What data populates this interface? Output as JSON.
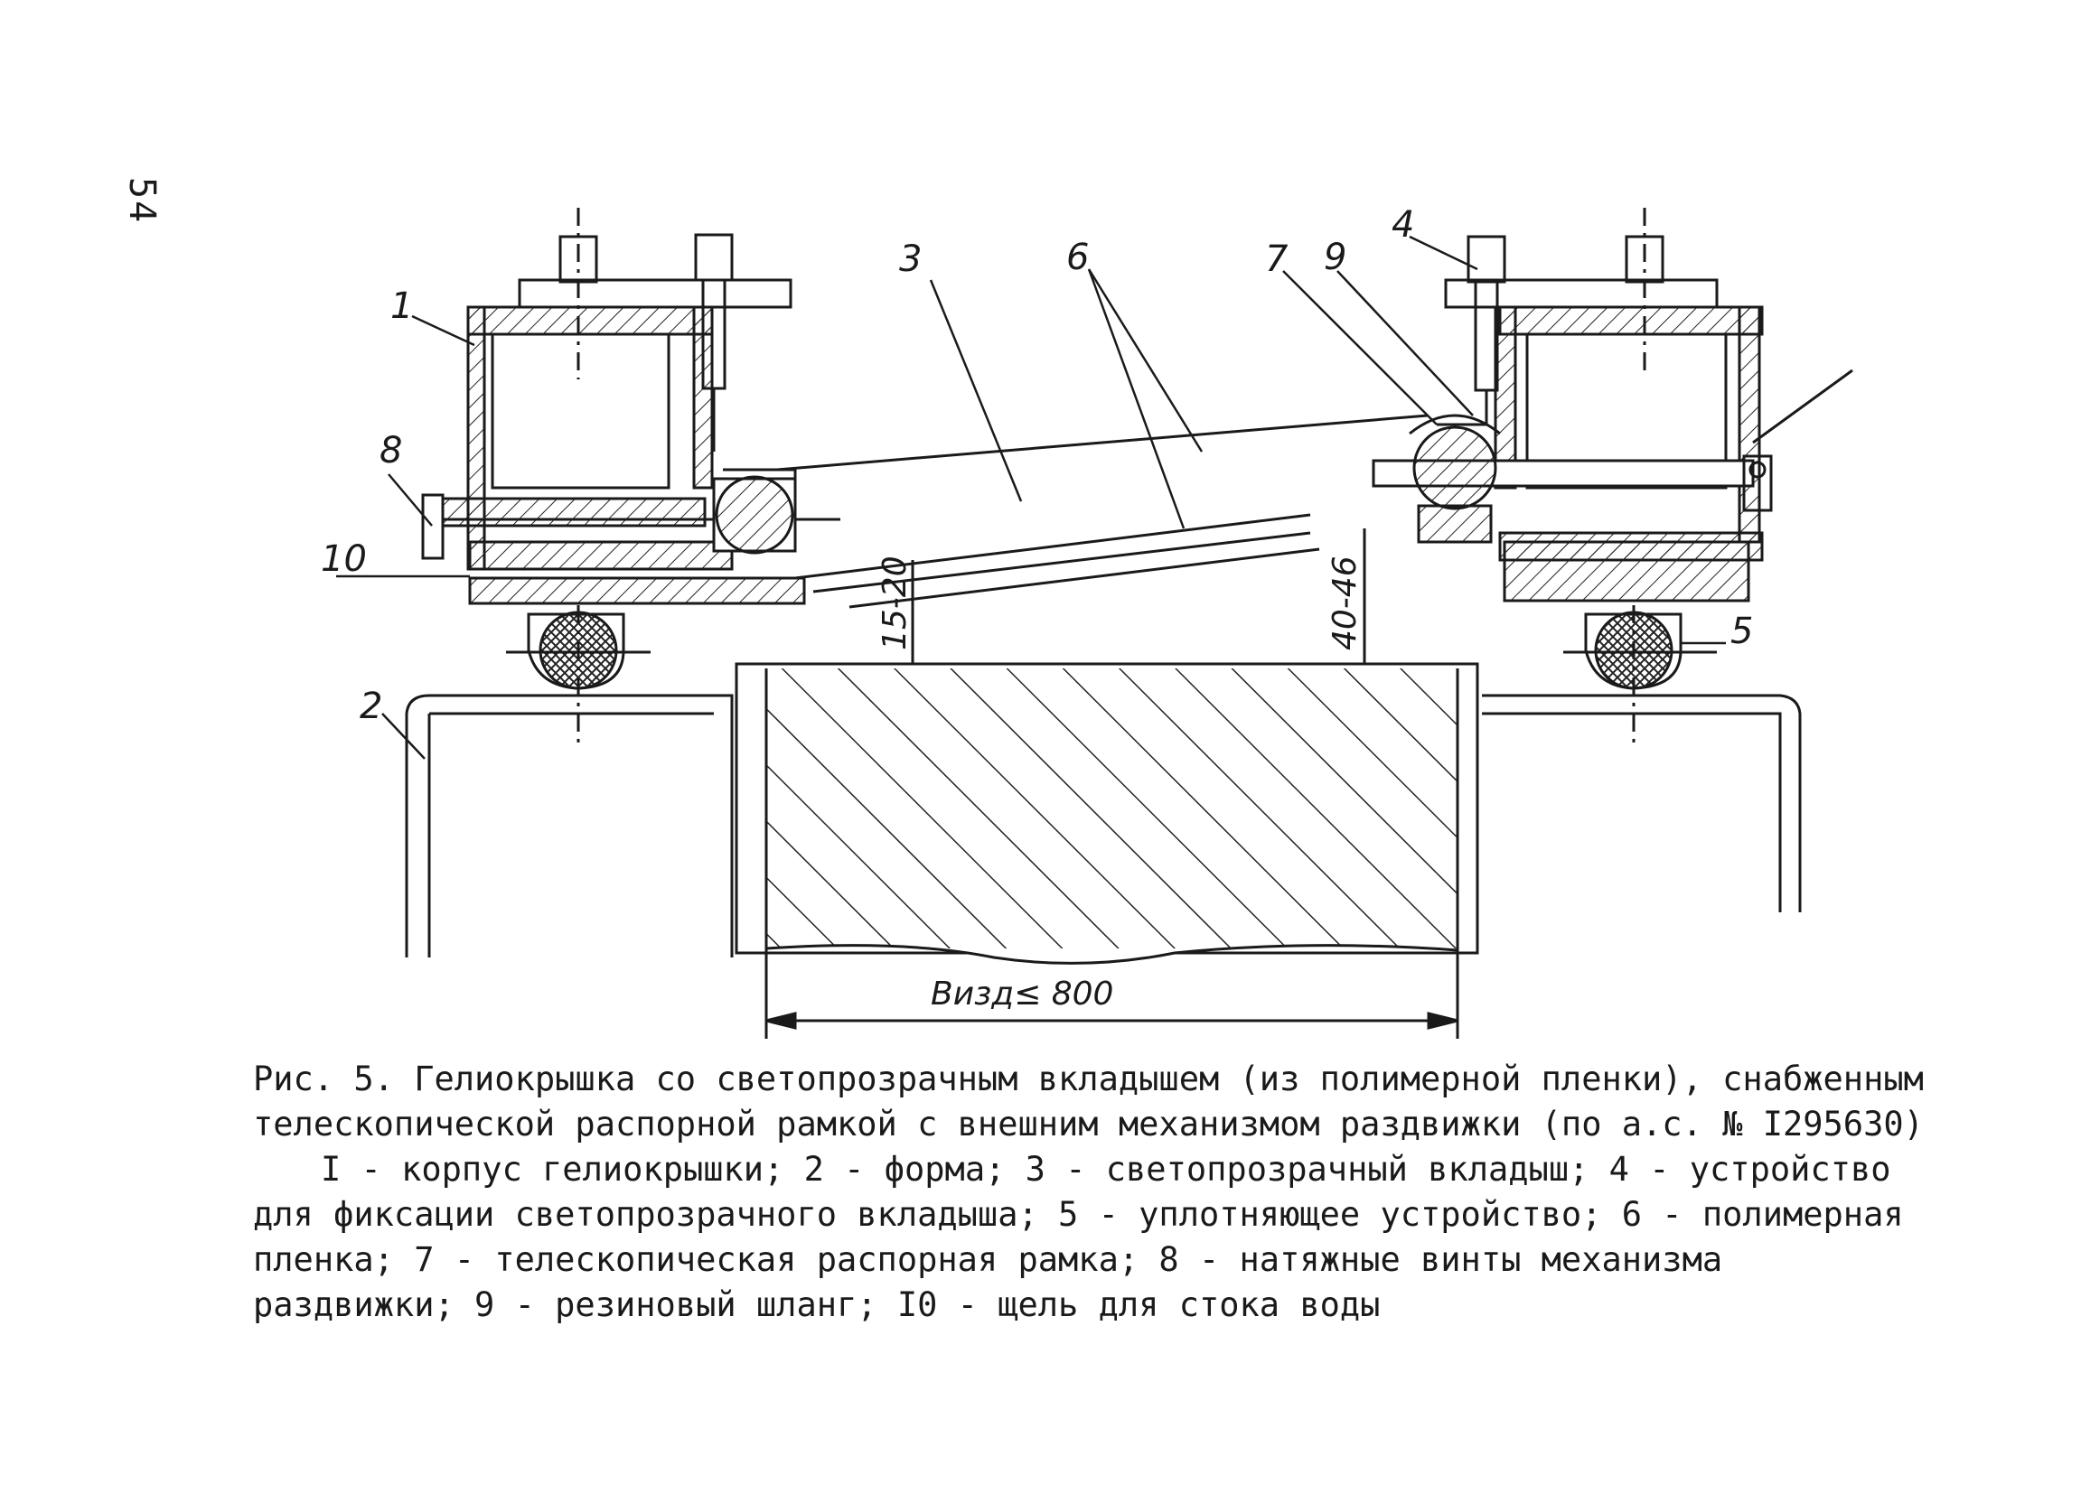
{
  "page_number": "54",
  "figure": {
    "callouts": [
      "1",
      "2",
      "3",
      "4",
      "5",
      "6",
      "7",
      "8",
      "9",
      "10"
    ],
    "dim_gap_left": "15-20",
    "dim_gap_right": "40-46",
    "dim_width": "Bизд≤ 800"
  },
  "caption": {
    "title": "Рис. 5. Гелиокрышка со светопрозрачным вкладышем (из полимерной пленки), снабженным телескопической распорной рамкой с внешним механизмом раздвижки (по а.с. № I295630)",
    "legend": "I - корпус гелиокрышки; 2 - форма; 3 - светопрозрачный вкладыш; 4 - устройство для фиксации светопрозрачного вкладыша; 5 - уплотняющее устройство; 6 - полимерная пленка; 7 - телескопическая распорная рамка; 8 - натяжные винты механизма раздвижки; 9 - резиновый шланг; I0 - щель для стока воды"
  }
}
